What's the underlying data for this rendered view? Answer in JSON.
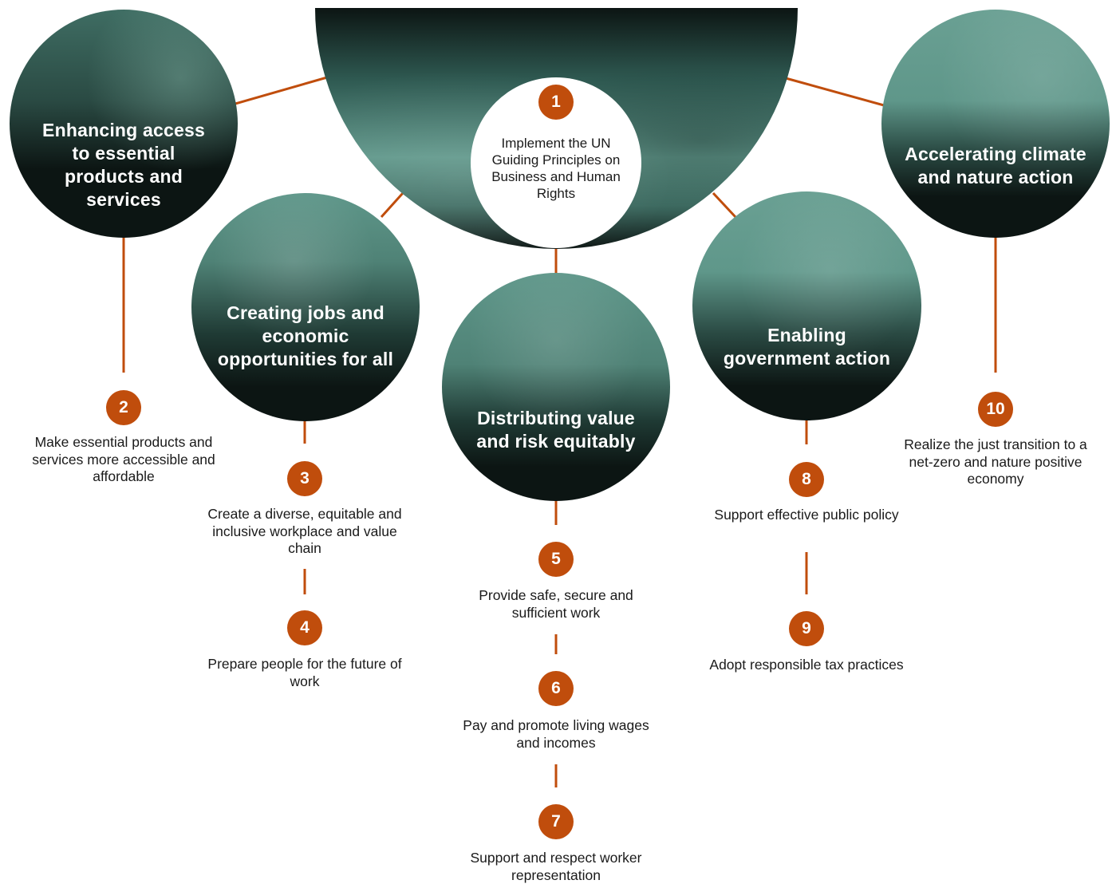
{
  "colors": {
    "accent": "#c04d0c",
    "circle_teal": "#5f978a",
    "circle_dark": "#0c1513",
    "connector": "#c04d0c"
  },
  "clusters": [
    {
      "title": "Enhancing access to essential products and services",
      "icon": "chalkboard-photo"
    },
    {
      "title": "Creating jobs and economic opportunities for all",
      "icon": "smiling-women-photo"
    },
    {
      "title": "Distributing value and risk equitably",
      "icon": "garment-factory-photo"
    },
    {
      "title": "Enabling government action",
      "icon": "handshake-photo"
    },
    {
      "title": "Accelerating climate and nature action",
      "icon": "wind-turbines-photo"
    }
  ],
  "hub": {
    "number": "1",
    "text": "Implement the UN Guiding Principles on Business and Human Rights",
    "icon": "factory-workers-photo"
  },
  "actions": [
    {
      "number": "2",
      "text": "Make essential products and services more accessible and affordable"
    },
    {
      "number": "3",
      "text": "Create a diverse, equitable and inclusive workplace and value chain"
    },
    {
      "number": "4",
      "text": "Prepare people for the future of work"
    },
    {
      "number": "5",
      "text": "Provide safe, secure and sufficient work"
    },
    {
      "number": "6",
      "text": "Pay and promote living wages and incomes"
    },
    {
      "number": "7",
      "text": "Support and respect worker representation"
    },
    {
      "number": "8",
      "text": "Support effective public policy"
    },
    {
      "number": "9",
      "text": "Adopt responsible tax practices"
    },
    {
      "number": "10",
      "text": "Realize the just transition to a net-zero and nature positive economy"
    }
  ]
}
